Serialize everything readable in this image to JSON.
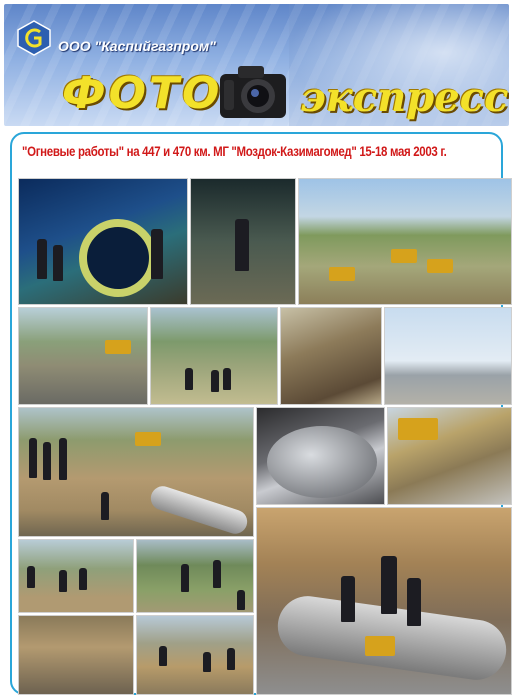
{
  "header": {
    "company": "ООО \"Каспийгазпром\"",
    "title_left": "ФОТО",
    "title_right": "экспресс",
    "colors": {
      "title": "#f3e12a",
      "banner": "#6b8fd0"
    }
  },
  "caption": "\"Огневые работы\" на 447 и 470 км. МГ \"Моздок-Казимагомед\" 15-18 мая 2003 г.",
  "colors": {
    "caption": "#d11919",
    "frame": "#2aa6d9"
  },
  "icons": [
    "company-logo-icon",
    "camera-icon"
  ]
}
